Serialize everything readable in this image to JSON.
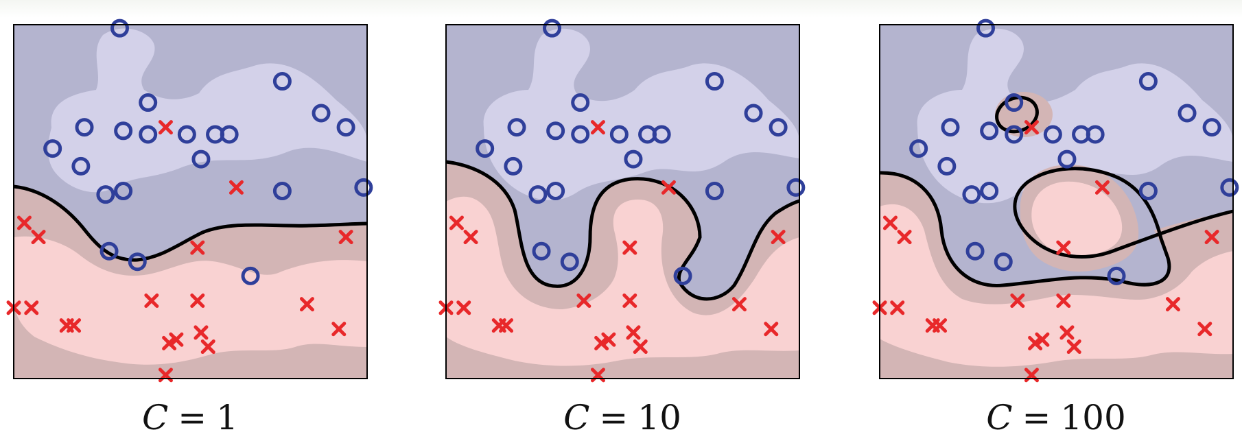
{
  "colors": {
    "class_blue": "#2f3f9a",
    "class_red": "#e8282a",
    "region_blue_outer": "#b4b4cf",
    "region_blue_inner": "#d3d1e9",
    "region_red_outer": "#d3b5b5",
    "region_red_inner": "#f9d2d2",
    "boundary": "#000000"
  },
  "chart_data": [
    {
      "type": "scatter",
      "title": "",
      "caption": {
        "variable": "C",
        "operator": "=",
        "value": "1"
      },
      "xlim": [
        0,
        1
      ],
      "ylim": [
        0,
        1
      ],
      "grid": false,
      "series": [
        {
          "marker": "circle",
          "x": [
            0.3,
            0.76,
            0.38,
            0.2,
            0.31,
            0.38,
            0.11,
            0.19,
            0.53,
            0.57,
            0.61,
            0.49,
            0.87,
            0.94,
            0.26,
            0.31,
            0.76,
            0.99,
            0.27,
            0.35,
            0.67
          ],
          "y": [
            0.99,
            0.84,
            0.78,
            0.71,
            0.7,
            0.69,
            0.65,
            0.6,
            0.62,
            0.69,
            0.69,
            0.69,
            0.75,
            0.71,
            0.52,
            0.53,
            0.53,
            0.54,
            0.36,
            0.33,
            0.29
          ]
        },
        {
          "marker": "x",
          "x": [
            0.43,
            0.63,
            0.07,
            0.03,
            0.52,
            0.94,
            0.0,
            0.05,
            0.15,
            0.17,
            0.39,
            0.52,
            0.83,
            0.92,
            0.53,
            0.55,
            0.44,
            0.46,
            0.43
          ],
          "y": [
            0.71,
            0.54,
            0.4,
            0.44,
            0.37,
            0.4,
            0.2,
            0.2,
            0.15,
            0.15,
            0.22,
            0.22,
            0.21,
            0.14,
            0.13,
            0.09,
            0.1,
            0.11,
            0.01
          ]
        }
      ]
    },
    {
      "type": "scatter",
      "title": "",
      "caption": {
        "variable": "C",
        "operator": "=",
        "value": "10"
      },
      "xlim": [
        0,
        1
      ],
      "ylim": [
        0,
        1
      ],
      "grid": false,
      "series": [
        {
          "marker": "circle",
          "x": [
            0.3,
            0.76,
            0.38,
            0.2,
            0.31,
            0.38,
            0.11,
            0.19,
            0.53,
            0.57,
            0.61,
            0.49,
            0.87,
            0.94,
            0.26,
            0.31,
            0.76,
            0.99,
            0.27,
            0.35,
            0.67
          ],
          "y": [
            0.99,
            0.84,
            0.78,
            0.71,
            0.7,
            0.69,
            0.65,
            0.6,
            0.62,
            0.69,
            0.69,
            0.69,
            0.75,
            0.71,
            0.52,
            0.53,
            0.53,
            0.54,
            0.36,
            0.33,
            0.29
          ]
        },
        {
          "marker": "x",
          "x": [
            0.43,
            0.63,
            0.07,
            0.03,
            0.52,
            0.94,
            0.0,
            0.05,
            0.15,
            0.17,
            0.39,
            0.52,
            0.83,
            0.92,
            0.53,
            0.55,
            0.44,
            0.46,
            0.43
          ],
          "y": [
            0.71,
            0.54,
            0.4,
            0.44,
            0.37,
            0.4,
            0.2,
            0.2,
            0.15,
            0.15,
            0.22,
            0.22,
            0.21,
            0.14,
            0.13,
            0.09,
            0.1,
            0.11,
            0.01
          ]
        }
      ]
    },
    {
      "type": "scatter",
      "title": "",
      "caption": {
        "variable": "C",
        "operator": "=",
        "value": "100"
      },
      "xlim": [
        0,
        1
      ],
      "ylim": [
        0,
        1
      ],
      "grid": false,
      "series": [
        {
          "marker": "circle",
          "x": [
            0.3,
            0.76,
            0.38,
            0.2,
            0.31,
            0.38,
            0.11,
            0.19,
            0.53,
            0.57,
            0.61,
            0.49,
            0.87,
            0.94,
            0.26,
            0.31,
            0.76,
            0.99,
            0.27,
            0.35,
            0.67
          ],
          "y": [
            0.99,
            0.84,
            0.78,
            0.71,
            0.7,
            0.69,
            0.65,
            0.6,
            0.62,
            0.69,
            0.69,
            0.69,
            0.75,
            0.71,
            0.52,
            0.53,
            0.53,
            0.54,
            0.36,
            0.33,
            0.29
          ]
        },
        {
          "marker": "x",
          "x": [
            0.43,
            0.63,
            0.07,
            0.03,
            0.52,
            0.94,
            0.0,
            0.05,
            0.15,
            0.17,
            0.39,
            0.52,
            0.83,
            0.92,
            0.53,
            0.55,
            0.44,
            0.46,
            0.43
          ],
          "y": [
            0.71,
            0.54,
            0.4,
            0.44,
            0.37,
            0.4,
            0.2,
            0.2,
            0.15,
            0.15,
            0.22,
            0.22,
            0.21,
            0.14,
            0.13,
            0.09,
            0.1,
            0.11,
            0.01
          ]
        }
      ]
    }
  ]
}
